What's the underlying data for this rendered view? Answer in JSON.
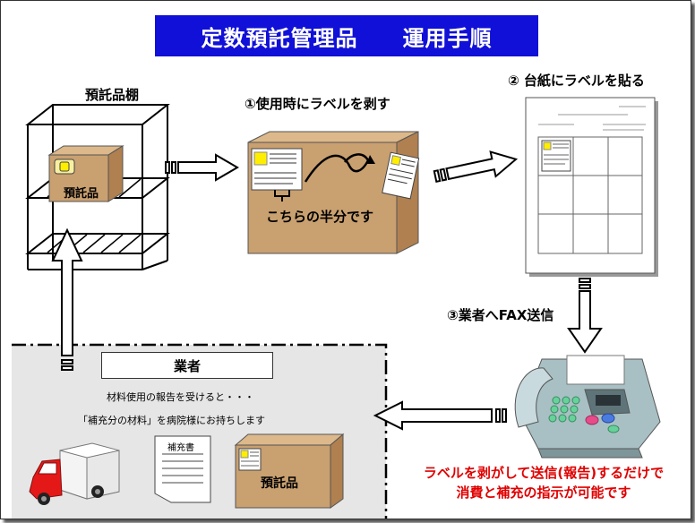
{
  "title": "定数預託管理品　　運用手順",
  "shelf": {
    "label": "預託品棚",
    "box_label": "預託品"
  },
  "steps": {
    "step1": "①使用時にラベルを剥す",
    "step2": "② 台紙にラベルを貼る",
    "step3": "③業者へFAX送信"
  },
  "box": {
    "caption": "こちらの半分です"
  },
  "vendor": {
    "label": "業者",
    "line1": "材料使用の報告を受けると・・・",
    "line2": "「補充分の材料」を病院様にお持ちします",
    "form_title": "補充書",
    "box_label": "預託品"
  },
  "footer": {
    "line1": "ラベルを剥がして送信(報告)するだけで",
    "line2": "消費と補充の指示が可能です"
  },
  "colors": {
    "title_bg": "#1010d8",
    "box": "#c9a070",
    "note_red": "#e00000",
    "vendor_bg": "#e6e6e6"
  }
}
